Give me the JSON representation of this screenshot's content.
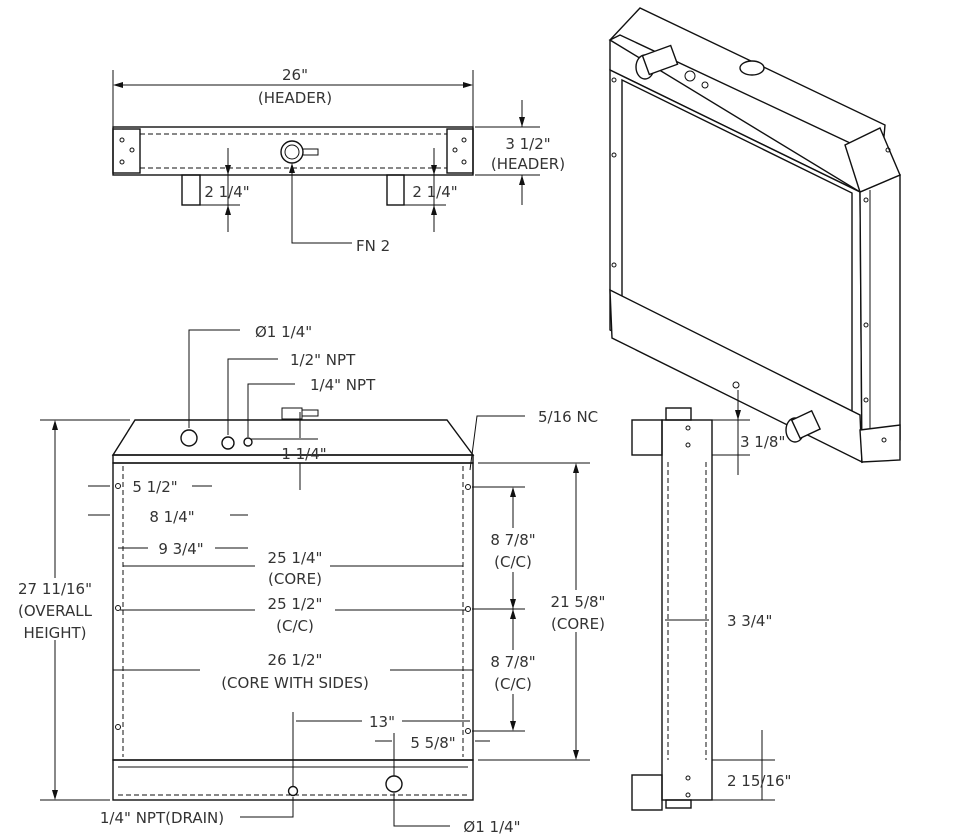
{
  "top_view": {
    "width": "26\"",
    "width_note": "(HEADER)",
    "height": "3 1/2\"",
    "height_note": "(HEADER)",
    "pipe_left": "2 1/4\"",
    "pipe_right": "2 1/4\"",
    "filler_neck": "FN 2"
  },
  "front_view": {
    "inlet_dia": "Ø1 1/4\"",
    "npt_half": "1/2\" NPT",
    "npt_quarter": "1/4\" NPT",
    "thread": "5/16 NC",
    "neck_offset": "1 1/4\"",
    "dim_5_1_2": "5 1/2\"",
    "dim_8_1_4": "8 1/4\"",
    "dim_9_3_4": "9 3/4\"",
    "core_width": "25 1/4\"",
    "core_width_note": "(CORE)",
    "cc_width": "25 1/2\"",
    "cc_width_note": "(C/C)",
    "sides_width": "26 1/2\"",
    "sides_width_note": "(CORE WITH SIDES)",
    "overall_height": "27 11/16\"",
    "overall_height_note1": "(OVERALL",
    "overall_height_note2": "HEIGHT)",
    "cc_upper": "8 7/8\"",
    "cc_upper_note": "(C/C)",
    "cc_lower": "8 7/8\"",
    "cc_lower_note": "(C/C)",
    "core_height": "21 5/8\"",
    "core_height_note": "(CORE)",
    "drain_offset": "13\"",
    "outlet_offset": "5 5/8\"",
    "drain": "1/4\" NPT(DRAIN)",
    "outlet_dia": "Ø1 1/4\""
  },
  "side_view": {
    "top_offset": "3 1/8\"",
    "depth": "3 3/4\"",
    "bottom_offset": "2 15/16\""
  }
}
